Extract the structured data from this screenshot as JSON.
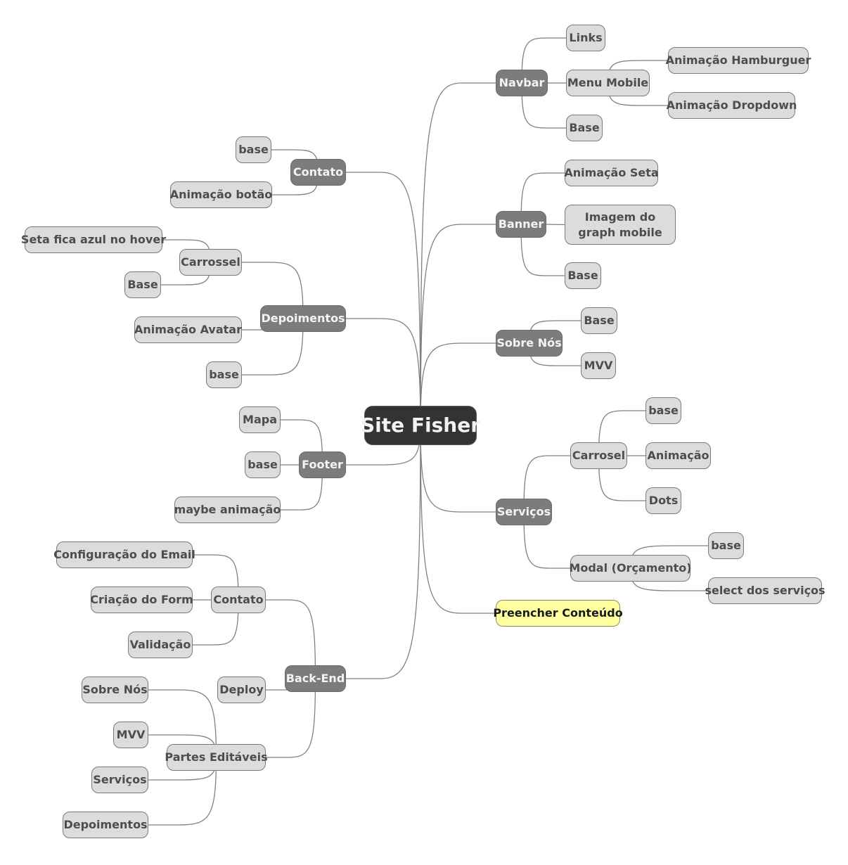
{
  "root": "Site Fisher",
  "colors": {
    "root": "#333333",
    "branch": "#7c7c7c",
    "leaf": "#dcdcdc",
    "highlight": "#ffffa0",
    "line": "#808080"
  },
  "right": {
    "navbar": {
      "label": "Navbar",
      "links": "Links",
      "menu_mobile": "Menu Mobile",
      "anim_hamburguer": "Animação Hamburguer",
      "anim_dropdown": "Animação Dropdown",
      "base": "Base"
    },
    "banner": {
      "label": "Banner",
      "anim_seta": "Animação Seta",
      "imagem_graph": "Imagem do graph mobile",
      "base": "Base"
    },
    "sobre_nos": {
      "label": "Sobre Nós",
      "base": "Base",
      "mvv": "MVV"
    },
    "servicos": {
      "label": "Serviços",
      "carrosel": "Carrosel",
      "carrosel_base": "base",
      "carrosel_animacao": "Animação",
      "carrosel_dots": "Dots",
      "modal": "Modal (Orçamento)",
      "modal_base": "base",
      "modal_select": "select dos serviços"
    },
    "preencher": {
      "label": "Preencher Conteúdo"
    }
  },
  "left": {
    "contato": {
      "label": "Contato",
      "base": "base",
      "anim_botao": "Animação botão"
    },
    "depoimentos": {
      "label": "Depoimentos",
      "carrossel": "Carrossel",
      "seta_azul": "Seta fica azul no hover",
      "carrossel_base": "Base",
      "anim_avatar": "Animação Avatar",
      "base": "base"
    },
    "footer": {
      "label": "Footer",
      "mapa": "Mapa",
      "base": "base",
      "maybe_anim": "maybe animação"
    },
    "backend": {
      "label": "Back-End",
      "contato": "Contato",
      "config_email": "Configuração do Email",
      "criacao_form": "Criação do Form",
      "validacao": "Validação",
      "deploy": "Deploy",
      "partes": "Partes Editáveis",
      "sobre_nos": "Sobre Nós",
      "mvv": "MVV",
      "servicos": "Serviços",
      "depoimentos": "Depoimentos"
    }
  }
}
